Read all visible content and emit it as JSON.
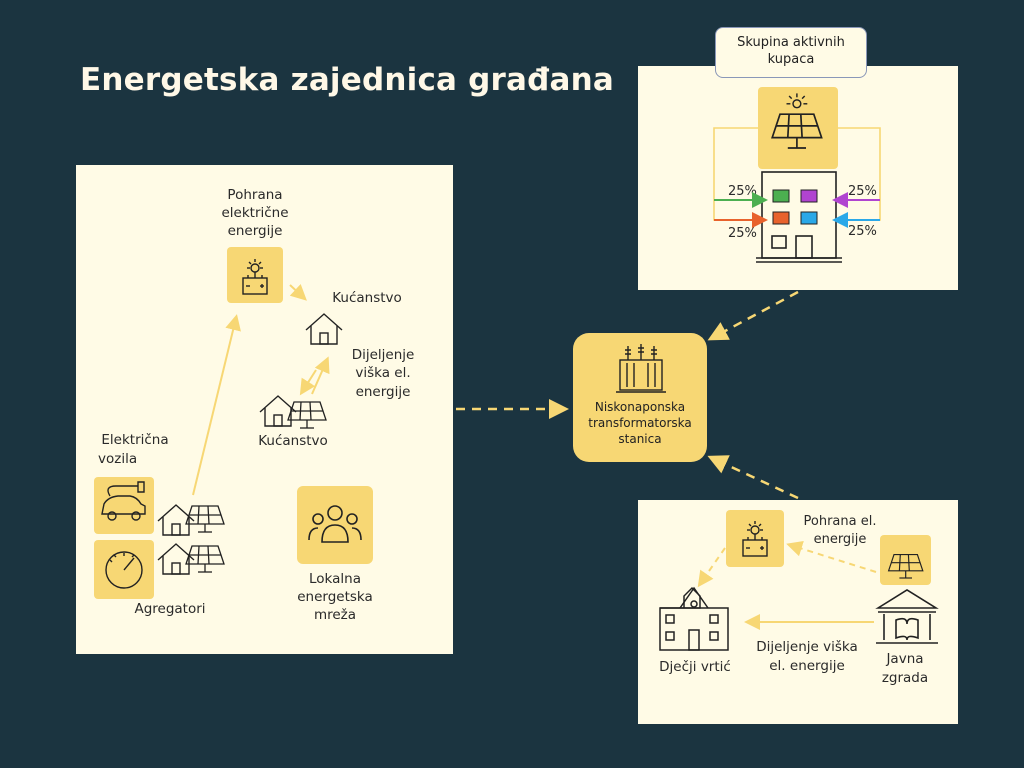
{
  "title": "Energetska zajednica građana",
  "left_panel": {
    "storage_label": [
      "Pohrana",
      "električne",
      "energije"
    ],
    "household_top": "Kućanstvo",
    "sharing_label": [
      "Dijeljenje",
      "viška el.",
      "energije"
    ],
    "household_bottom": "Kućanstvo",
    "ev_label": [
      "Električna",
      "vozila"
    ],
    "aggregators": "Agregatori",
    "local_network": [
      "Lokalna",
      "energetska",
      "mreža"
    ]
  },
  "top_right": {
    "tag": [
      "Skupina aktivnih",
      "kupaca"
    ],
    "shares": [
      "25%",
      "25%",
      "25%",
      "25%"
    ]
  },
  "hub": {
    "label": "Niskonaponska\ntransformatorska\nstanica"
  },
  "bottom_right": {
    "storage_label": [
      "Pohrana el.",
      "energije"
    ],
    "kindergarten": "Dječji vrtić",
    "sharing_label": [
      "Dijeljenje viška",
      "el. energije"
    ],
    "public_building": [
      "Javna",
      "zgrada"
    ]
  },
  "colors": {
    "background": "#1b3440",
    "panel": "#fffbe6",
    "accent": "#f7d774",
    "green": "#4caf50",
    "purple": "#b044d0",
    "orange": "#e8622c",
    "blue": "#2aa8e8"
  }
}
